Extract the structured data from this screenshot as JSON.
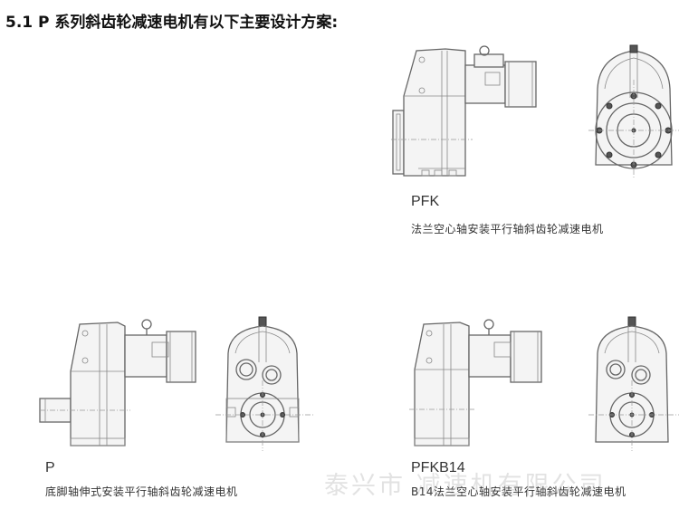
{
  "page": {
    "title": "5.1 P 系列斜齿轮减速电机有以下主要设计方案:"
  },
  "designs": [
    {
      "model": "PFK",
      "description": "法兰空心轴安装平行轴斜齿轮减速电机"
    },
    {
      "model": "P",
      "description": "底脚轴伸式安装平行轴斜齿轮减速电机"
    },
    {
      "model": "PFKB14",
      "description": "B14法兰空心轴安装平行轴斜齿轮减速电机"
    }
  ],
  "watermark": "泰兴市 减速机有限公司"
}
